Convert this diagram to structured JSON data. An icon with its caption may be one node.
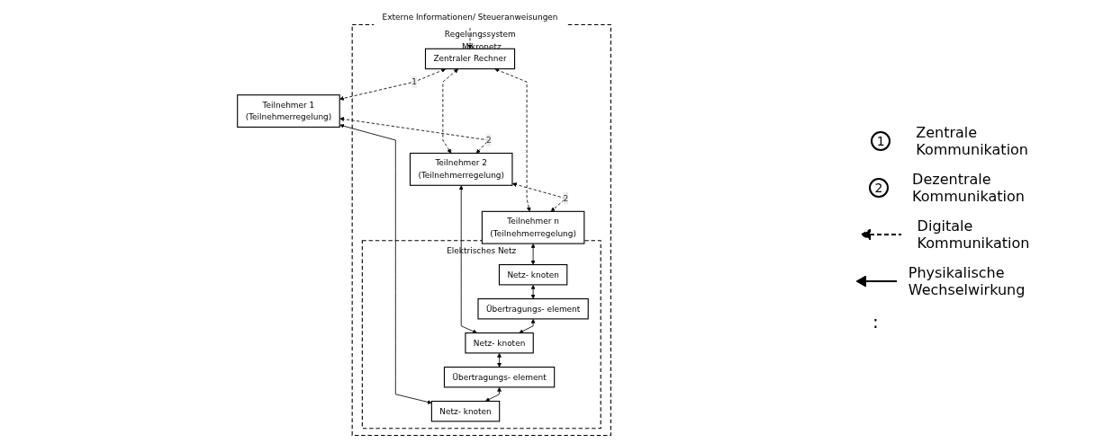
{
  "diagram": {
    "nodes": [
      {
        "text": [
          "Regelungssystem Mikronetz"
        ]
      },
      {
        "text": [
          "Zentraler Rechner"
        ],
        "in": 0
      },
      {
        "text": [
          "Teilnehmer 1",
          "(Teilnehmerregelung)"
        ]
      },
      {
        "text": [
          "Teilnehmer 2",
          "(Teilnehmerregelung)"
        ],
        "in": 0
      },
      {
        "text": [
          "Teilnehmer n",
          "(Teilnehmerregelung)"
        ],
        "in": 0
      },
      {
        "text": [
          "Elektrisches Netz"
        ],
        "in": 0
      },
      {
        "text": [
          "Netz- knoten"
        ],
        "in": 5
      },
      {
        "text": [
          "Netz- knoten"
        ],
        "in": 5
      },
      {
        "text": [
          "Übertragungs- element"
        ],
        "in": 5
      },
      {
        "text": [
          "Netz- knoten"
        ],
        "in": 5
      },
      {
        "text": [
          "Übertragungs- element"
        ],
        "in": 5
      },
      {
        "text": [
          "Externe Informationen/ Steueranweisungen"
        ]
      }
    ],
    "edges": [
      {
        "from": 11,
        "to": 1,
        "arrow": "to",
        "style": "dashed"
      },
      {
        "from": 1,
        "to": 2,
        "arrow": "both",
        "style": "dashed",
        "label": "1"
      },
      {
        "from": 1,
        "to": 3,
        "arrow": "both",
        "style": "dashed"
      },
      {
        "from": 1,
        "to": 4,
        "arrow": "both",
        "style": "dashed"
      },
      {
        "from": 2,
        "to": 3,
        "arrow": "both",
        "style": "dashed",
        "label": "2"
      },
      {
        "from": 3,
        "to": 4,
        "arrow": "both",
        "style": "dashed",
        "label": "2"
      },
      {
        "from": 2,
        "to": 6,
        "arrow": "both"
      },
      {
        "from": 3,
        "to": 7,
        "arrow": "both"
      },
      {
        "from": 4,
        "to": 9,
        "arrow": "both"
      },
      {
        "from": 7,
        "to": 8,
        "arrow": "both"
      },
      {
        "from": 8,
        "to": 6,
        "arrow": "both"
      },
      {
        "from": 9,
        "to": 10,
        "arrow": "both"
      },
      {
        "from": 10,
        "to": 7,
        "arrow": "both"
      }
    ],
    "labels": [
      "1",
      "2",
      ":"
    ],
    "legend": [
      {
        "text": "Zentrale Kommunikation"
      },
      {
        "text": "Dezentrale Kommunikation"
      },
      {
        "text": "Digitale Kommunikation"
      },
      {
        "text": "Physikalische Wechselwirkung"
      }
    ]
  }
}
